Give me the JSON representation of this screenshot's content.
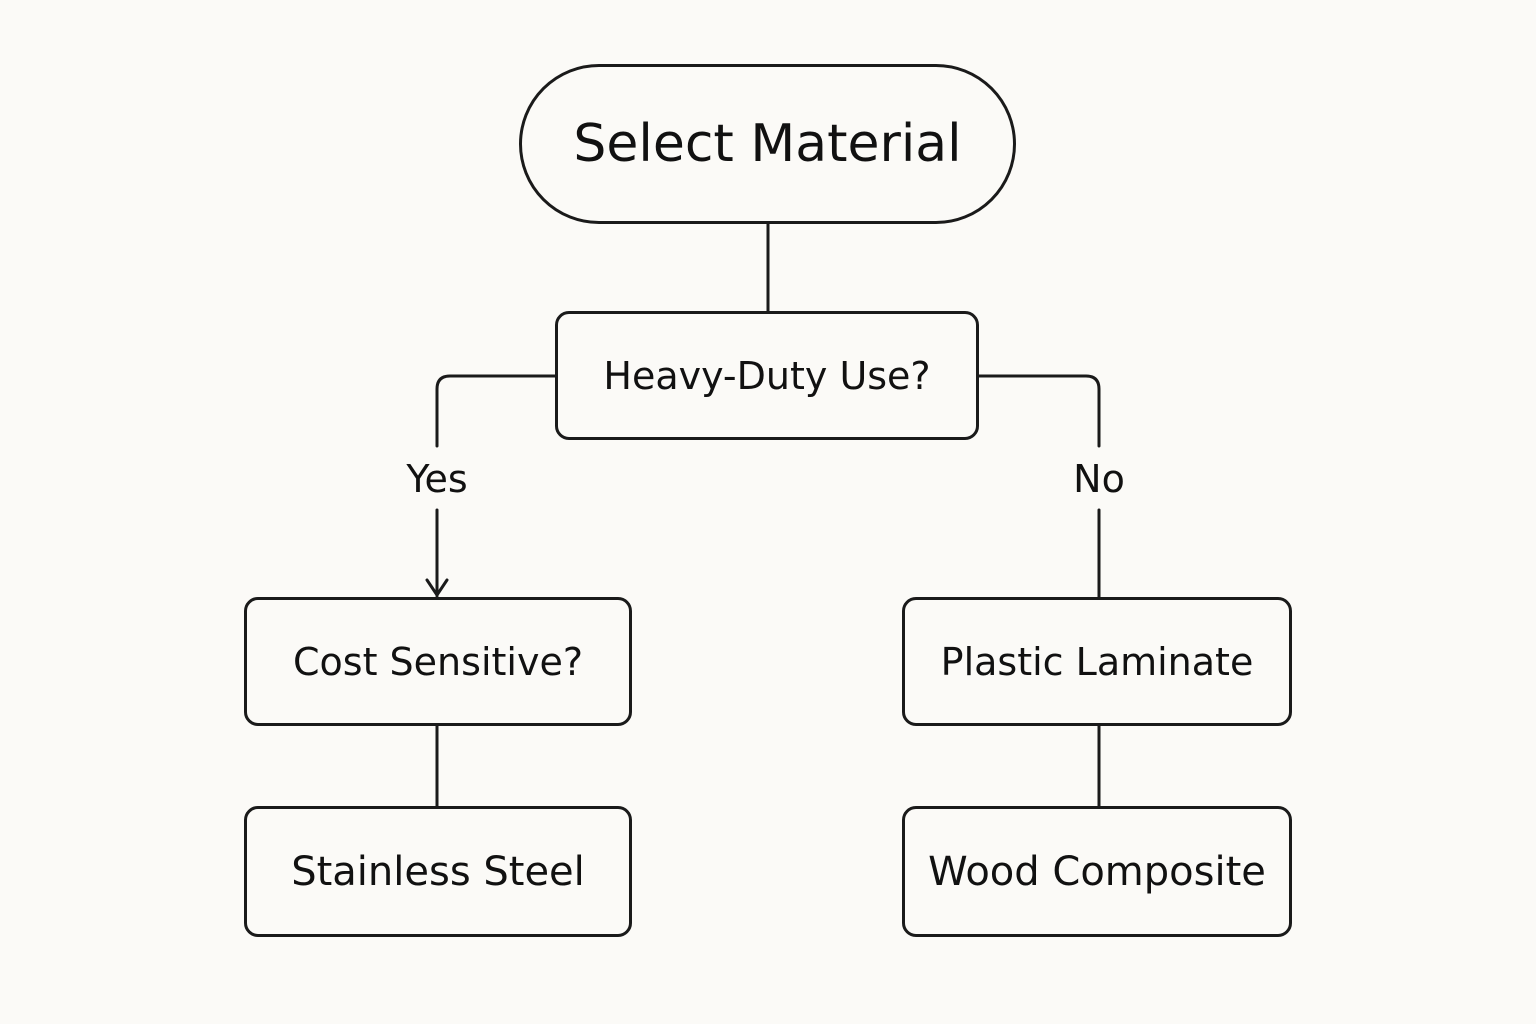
{
  "diagram": {
    "start": {
      "label": "Select Material"
    },
    "decision_heavy_duty": {
      "label": "Heavy-Duty Use?"
    },
    "decision_cost": {
      "label": "Cost Sensitive?"
    },
    "result_stainless": {
      "label": "Stainless Steel"
    },
    "result_plastic": {
      "label": "Plastic Laminate"
    },
    "result_wood": {
      "label": "Wood Composite"
    },
    "edges": {
      "yes_label": "Yes",
      "no_label": "No"
    }
  },
  "colors": {
    "background": "#fbfaf7",
    "stroke": "#1a1a1a",
    "text": "#111111"
  }
}
